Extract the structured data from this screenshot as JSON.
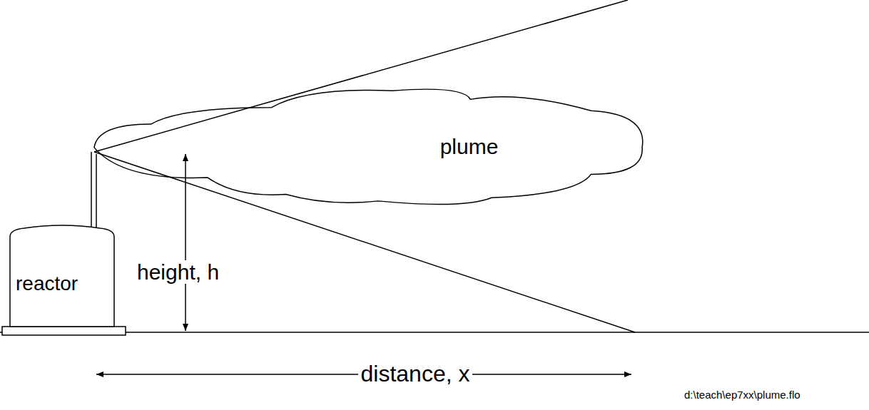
{
  "diagram": {
    "nodes": [
      {
        "text": [
          "reactor"
        ]
      },
      {
        "text": [
          "plume"
        ]
      }
    ],
    "labels": [
      "height, h",
      "distance, x",
      "d:\\teach\\ep7xx\\plume.flo"
    ]
  }
}
